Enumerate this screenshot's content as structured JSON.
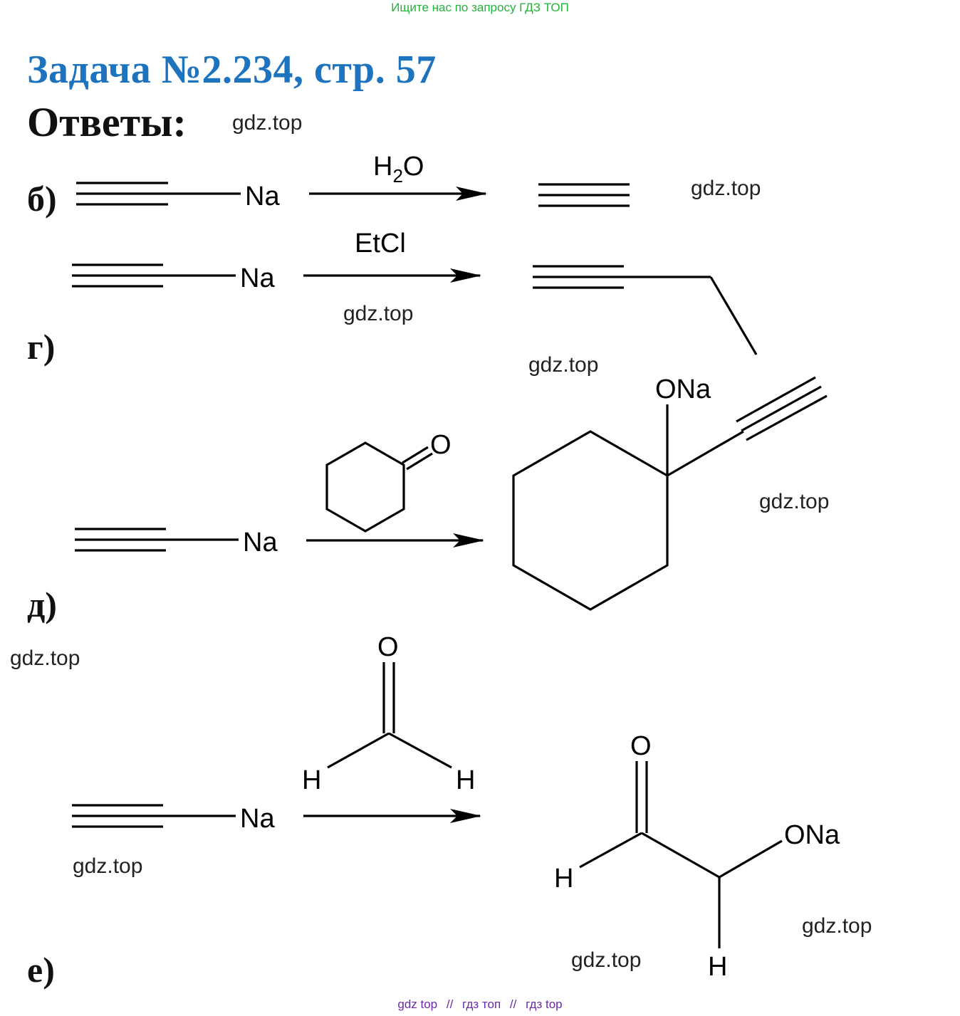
{
  "banner": "Ищите нас по запросу ГДЗ ТОП",
  "title": "Задача №2.234, стр. 57",
  "answers_label": "Ответы:",
  "parts": {
    "b": "б)",
    "g": "г)",
    "d": "д)",
    "e": "е)"
  },
  "watermark": "gdz.top",
  "reactions": {
    "b": {
      "reagent_main": "H",
      "reagent_sub": "2",
      "reagent_tail": "O",
      "substrate_metal": "Na"
    },
    "g": {
      "reagent": "EtCl",
      "substrate_metal": "Na"
    },
    "d": {
      "reagent_atom": "O",
      "substrate_metal": "Na",
      "product_group": "ONa"
    },
    "e": {
      "reagent_o": "O",
      "reagent_h_left": "H",
      "reagent_h_right": "H",
      "substrate_metal": "Na",
      "product_o": "O",
      "product_h1": "H",
      "product_group": "ONa",
      "product_h2": "H"
    }
  },
  "footer": {
    "items": [
      "gdz top",
      "гдз топ",
      "гдз top"
    ],
    "separator": "//"
  }
}
